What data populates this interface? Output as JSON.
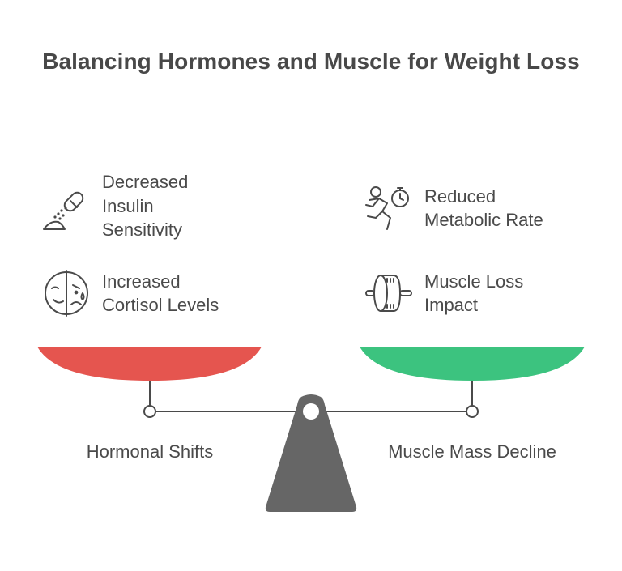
{
  "title": "Balancing Hormones and Muscle for Weight Loss",
  "left": {
    "caption": "Hormonal Shifts",
    "pan_color": "#e5554f",
    "items": [
      {
        "label": "Decreased\nInsulin\nSensitivity",
        "icon": "insulin-injector-icon"
      },
      {
        "label": "Increased\nCortisol Levels",
        "icon": "stressed-face-icon"
      }
    ]
  },
  "right": {
    "caption": "Muscle Mass Decline",
    "pan_color": "#3cc37f",
    "items": [
      {
        "label": "Reduced\nMetabolic Rate",
        "icon": "running-stopwatch-icon"
      },
      {
        "label": "Muscle Loss\nImpact",
        "icon": "muscle-roller-icon"
      }
    ]
  },
  "colors": {
    "fulcrum": "#666666",
    "beam": "#4a4a4a",
    "text": "#4a4a4a"
  }
}
